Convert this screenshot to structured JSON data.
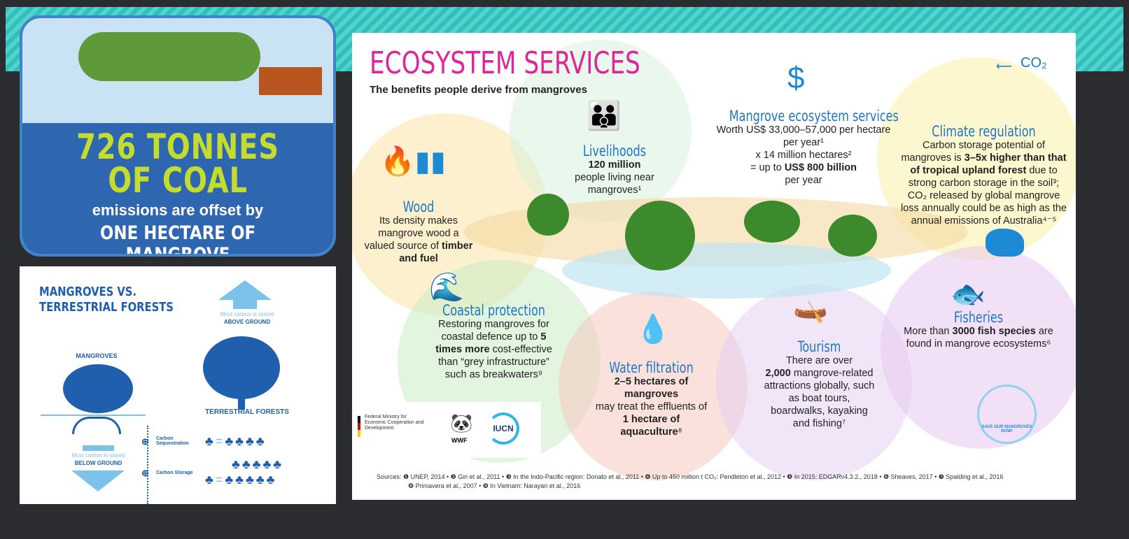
{
  "coal_panel": {
    "figure": "726 TONNES",
    "figure2": "OF COAL",
    "line1": "emissions are offset by",
    "line2": "ONE HECTARE OF MANGROVE"
  },
  "forest_panel": {
    "title1": "MANGROVES VS.",
    "title2": "TERRESTRIAL FORESTS",
    "above_small": "Most carbon is stored",
    "above_bold": "ABOVE GROUND",
    "mangroves_label": "MANGROVES",
    "terrestrial_label": "TERRESTRIAL FORESTS",
    "below_small": "Most carbon is stored",
    "below_bold": "BELOW GROUND",
    "sequestration": "Carbon Sequestration",
    "storage": "Carbon Storage",
    "eq": "="
  },
  "eco": {
    "title": "ECOSYSTEM SERVICES",
    "subtitle": "The benefits people derive from mangroves",
    "co2": "CO₂",
    "wood": {
      "title": "Wood",
      "t1": "Its density makes mangrove wood a valued source of",
      "b1": "timber and fuel"
    },
    "livelihoods": {
      "title": "Livelihoods",
      "b1": "120 million",
      "t1": "people living near mangroves¹"
    },
    "services": {
      "title": "Mangrove ecosystem services",
      "t1": "Worth US$ 33,000–57,000 per hectare per year¹",
      "t2": "x 14 million hectares²",
      "t3": "= up to",
      "b1": "US$ 800 billion",
      "t4": "per year",
      "dollar": "$"
    },
    "climate": {
      "title": "Climate regulation",
      "t1": "Carbon storage potential of mangroves is",
      "b1": "3–5x higher than that of tropical upland forest",
      "t2": "due to strong carbon storage in the soil³; CO₂ released by global mangrove loss annually could be as high as the annual emissions of Australia⁴⁻⁵"
    },
    "coastal": {
      "title": "Coastal protection",
      "t1": "Restoring mangroves for coastal defence up to",
      "b1": "5 times more",
      "t2": "cost-effective than “grey infrastructure” such as breakwaters⁹"
    },
    "water": {
      "title": "Water filtration",
      "b1": "2–5 hectares of mangroves",
      "t1": "may treat the effluents of",
      "b2": "1 hectare of aquaculture",
      "t2": "⁸"
    },
    "tourism": {
      "title": "Tourism",
      "t1": "There are over",
      "b1": "2,000",
      "t2": "mangrove-related attractions globally, such as boat tours, boardwalks, kayaking and fishing⁷"
    },
    "fisheries": {
      "title": "Fisheries",
      "t1": "More than",
      "b1": "3000 fish species",
      "t2": "are found in mangrove ecosystems⁶"
    },
    "logos": {
      "bmz": "Federal Ministry for Economic Cooperation and Development",
      "wwf": "WWF",
      "iucn": "IUCN",
      "badge": "SAVE OUR MANGROVES NOW!"
    },
    "sources": "Sources: ❶ UNEP, 2014 • ❷ Giri et al., 2011 • ❸ In the Indo-Pacific region: Donato et al., 2011 • ❹ Up to 450 million t CO₂: Pendleton et al., 2012 • ❺ In 2015: EDGARv4.3.2., 2018 • ❻ Sheaves, 2017 • ❼ Spalding et al., 2016",
    "sources2": "❽ Primavera et al., 2007 • ❾ In Vietnam: Narayan et al., 2016"
  }
}
